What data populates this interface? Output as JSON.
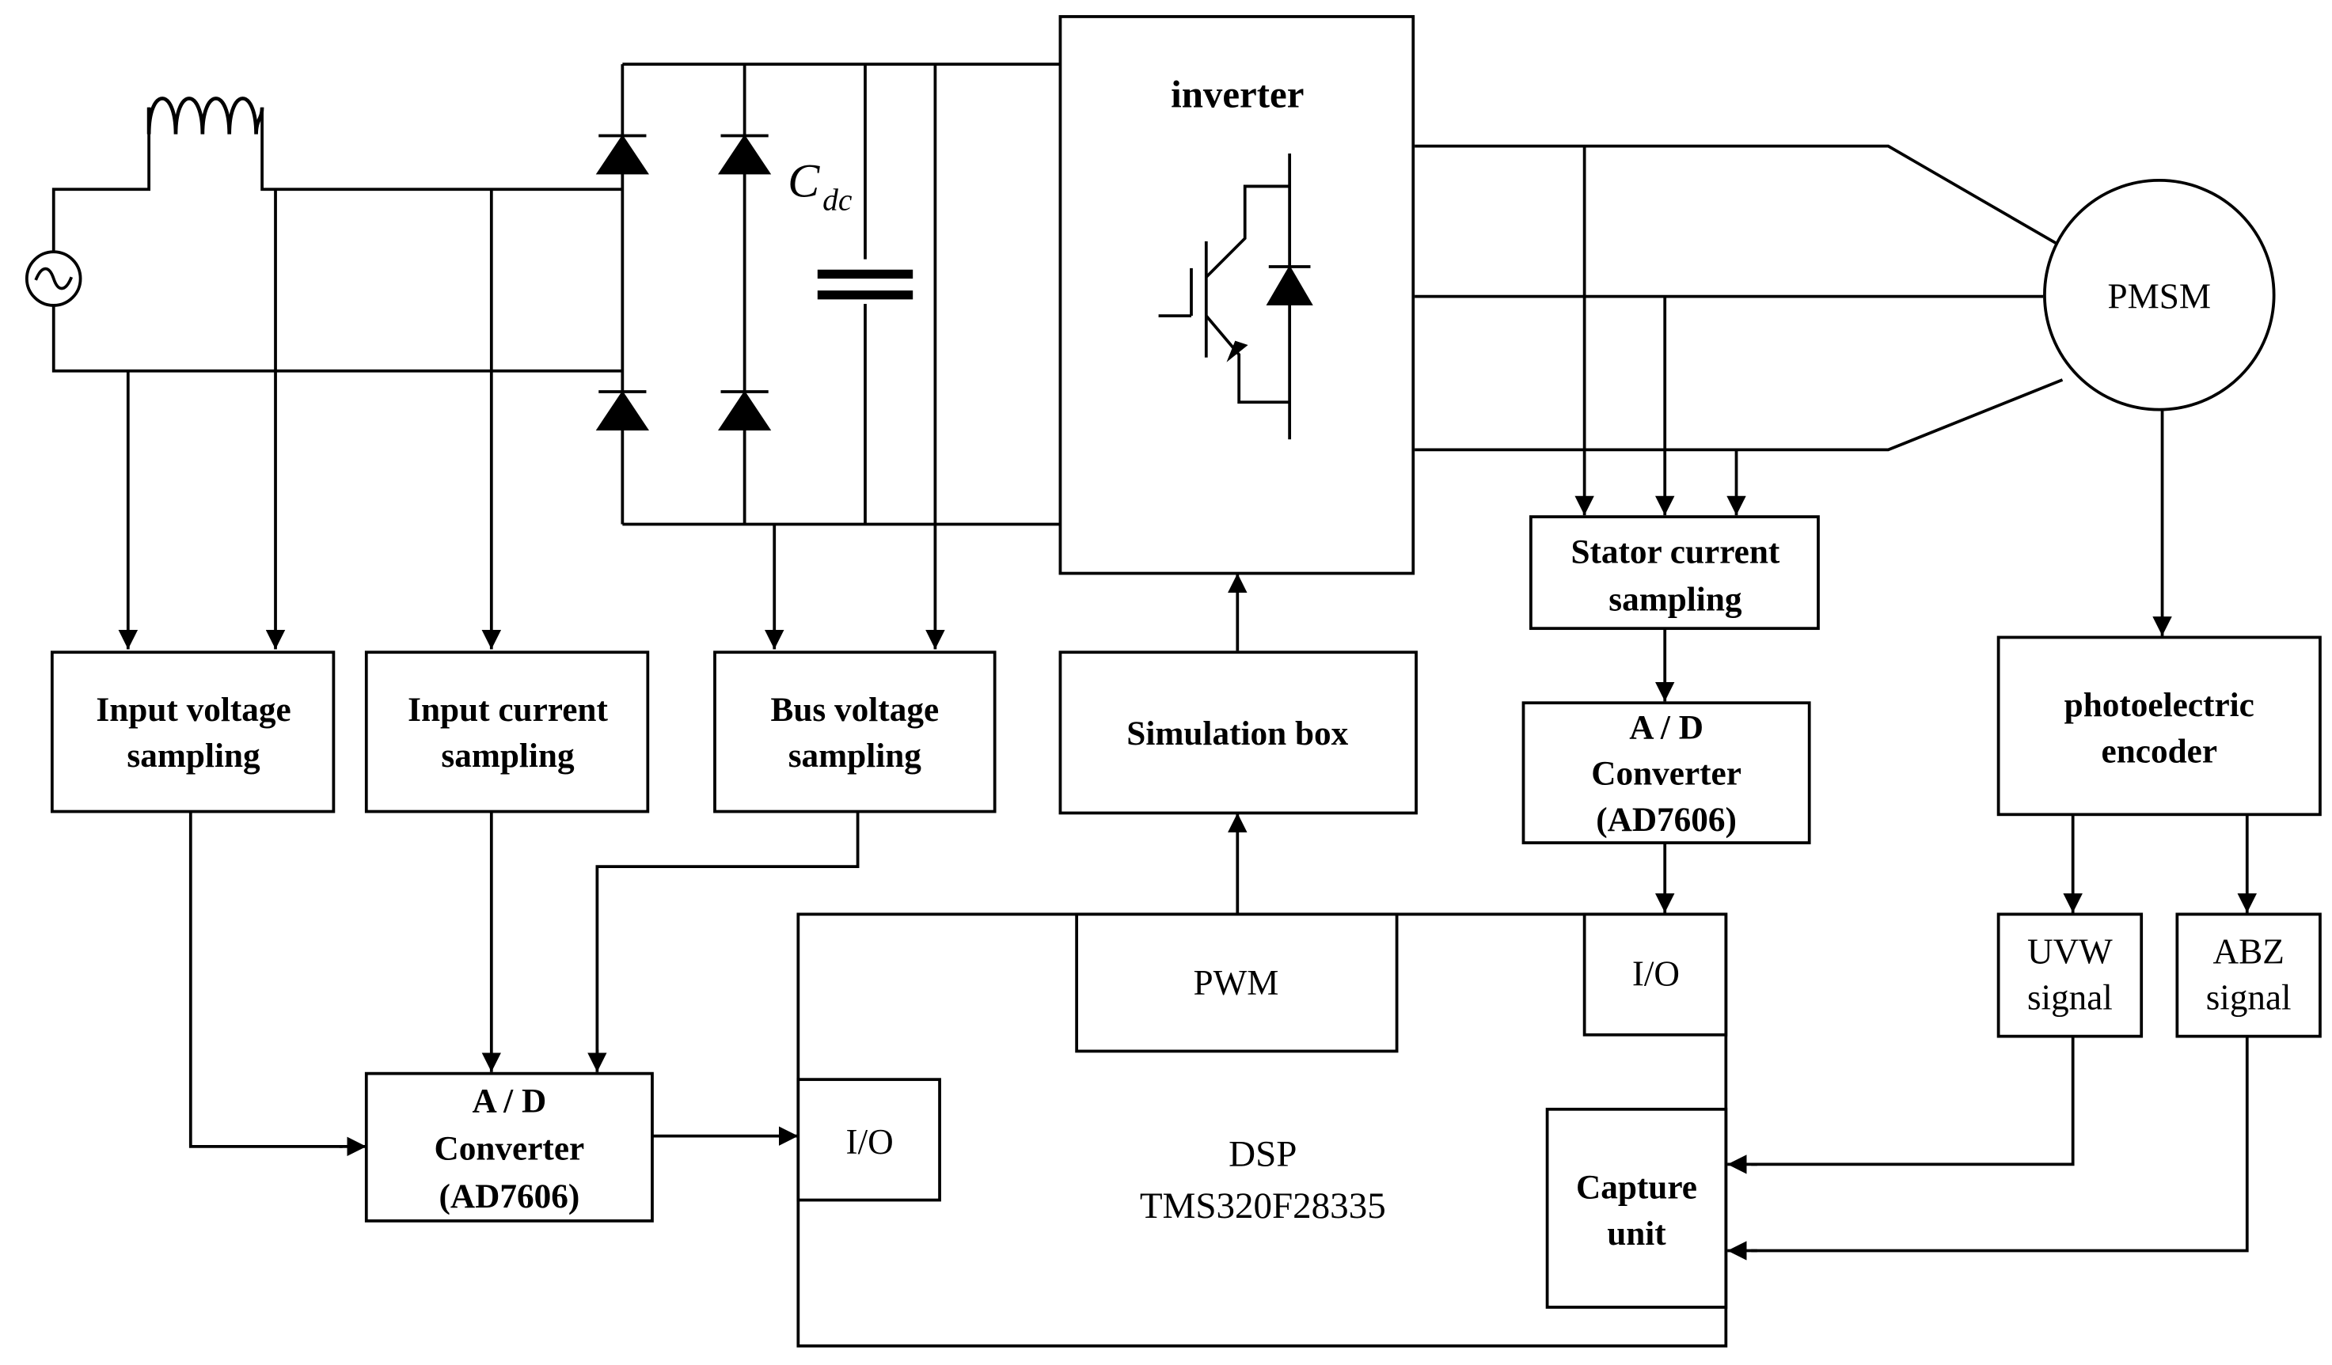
{
  "labels": {
    "inverter": "inverter",
    "cdc_main": "C",
    "cdc_sub": "dc",
    "pmsm": "PMSM",
    "stator_l1": "Stator current",
    "stator_l2": "sampling",
    "adc_right_l1": "A / D",
    "adc_right_l2": "Converter",
    "adc_right_l3": "(AD7606)",
    "photo_l1": "photoelectric",
    "photo_l2": "encoder",
    "input_voltage_l1": "Input voltage",
    "input_voltage_l2": "sampling",
    "input_current_l1": "Input current",
    "input_current_l2": "sampling",
    "bus_voltage_l1": "Bus voltage",
    "bus_voltage_l2": "sampling",
    "simulation_box": "Simulation box",
    "pwm": "PWM",
    "io_top": "I/O",
    "uvw_l1": "UVW",
    "uvw_l2": "signal",
    "abz_l1": "ABZ",
    "abz_l2": "signal",
    "adc_left_l1": "A / D",
    "adc_left_l2": "Converter",
    "adc_left_l3": "(AD7606)",
    "io_left": "I/O",
    "dsp_l1": "DSP",
    "dsp_l2": "TMS320F28335",
    "capture_l1": "Capture",
    "capture_l2": "unit"
  }
}
